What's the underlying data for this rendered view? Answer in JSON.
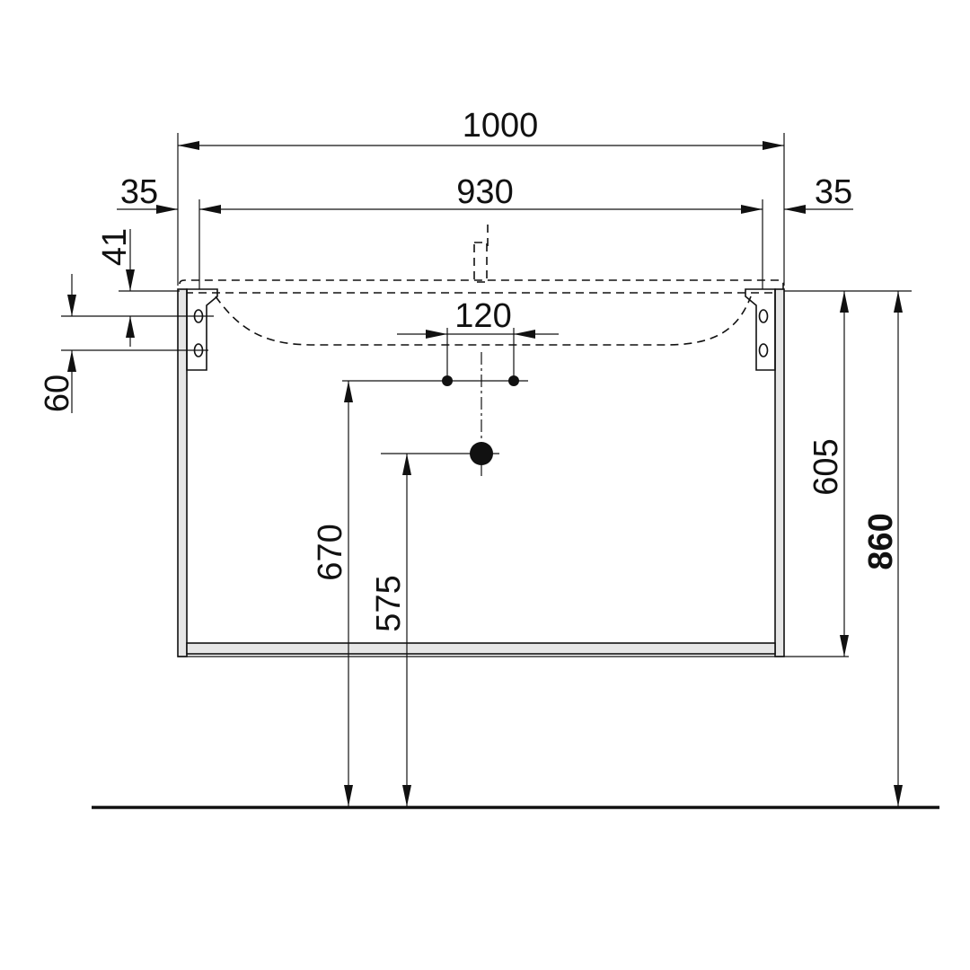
{
  "dimensions": {
    "total_width": "1000",
    "inner_width": "930",
    "left_offset": "35",
    "right_offset": "35",
    "bracket_top": "41",
    "bracket_spacing": "60",
    "tap_hole_spacing": "120",
    "cabinet_height": "605",
    "top_height": "860",
    "tap_holes_height": "670",
    "drain_height": "575"
  },
  "colors": {
    "line": "#111111",
    "panel_fill": "#e6e6e6",
    "background": "#ffffff"
  }
}
